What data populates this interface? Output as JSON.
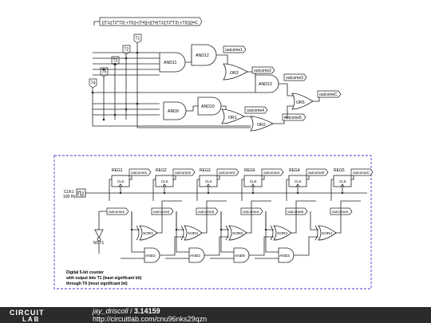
{
  "top": {
    "formula": "[(T1((T2*T3) +T5))+(T4)]+[(T4(T1((T2*T3) +T5)))]=C",
    "inputs": [
      "T1",
      "T2",
      "T3",
      "T5",
      "T4"
    ],
    "gates": {
      "and11": "AND11",
      "and12": "AND12",
      "or3": "OR3",
      "and13": "AND13",
      "and9": "AND9",
      "and10": "AND10",
      "or1": "OR1",
      "or2": "OR2",
      "or5": "OR5"
    },
    "outcomes": {
      "o1": "outcome1",
      "o2": "outcome2",
      "o3": "outcome3",
      "o4": "outcome4",
      "o5": "outcome5",
      "oc": "outcomeC"
    }
  },
  "counter": {
    "clock_label": "CLK1",
    "clock_freq": "100 Hz",
    "registers": [
      "REG1",
      "REG2",
      "REG3",
      "REG6",
      "REG4",
      "REG5"
    ],
    "reg_clk": "CLK",
    "reg_outputs": [
      "outcome1",
      "outcome2",
      "outcome3",
      "outcome4",
      "outcome5",
      "outcomeC"
    ],
    "feed_labels": [
      "outcome1",
      "outcome2",
      "outcome3",
      "outcome4",
      "outcome5",
      "outcome2"
    ],
    "not_label": "NOT1",
    "xor_labels": [
      "XOR1",
      "XOR3",
      "XOR5",
      "XOR3",
      "XOR4"
    ],
    "and_labels": [
      "AND2",
      "AND2",
      "AND6",
      "AND3"
    ],
    "note": [
      "Digital 5-bit counter",
      "with output bits T1 (least significant bit)",
      "through T6 (most significant bit)"
    ]
  },
  "footer": {
    "logo_top": "CIRCUIT",
    "logo_bottom": "LAB",
    "author": "jay_driscoll",
    "separator": " / ",
    "version": "3.14159",
    "url": "http://circuitlab.com/cnu96nks29qzn"
  },
  "colors": {
    "frame": "#3b3bdc",
    "wire": "#222222",
    "footer_bg": "#2b2b2b"
  }
}
